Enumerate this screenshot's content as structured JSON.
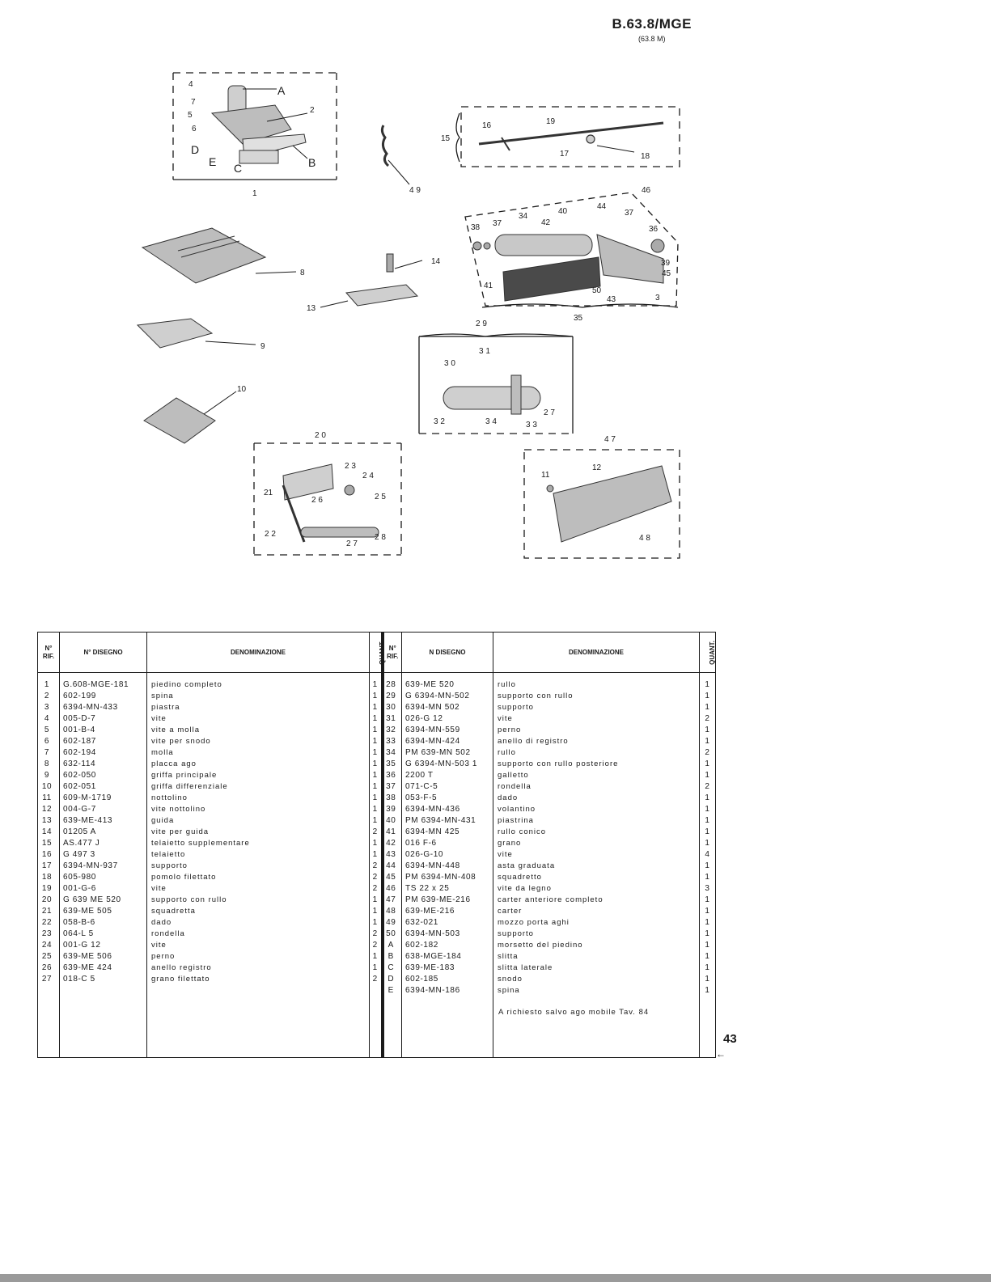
{
  "header": {
    "model_code": "B.63.8/MGE",
    "model_sub": "(63.8 M)"
  },
  "diagram": {
    "groups": [
      {
        "number": "1",
        "labels": [
          "4",
          "7",
          "5",
          "6",
          "D",
          "E",
          "C",
          "A",
          "2",
          "B"
        ]
      },
      {
        "number": "15",
        "labels": [
          "16",
          "19",
          "17",
          "18"
        ]
      },
      {
        "number": "35",
        "labels": [
          "46",
          "38",
          "37",
          "34",
          "42",
          "40",
          "44",
          "37",
          "36",
          "39",
          "45",
          "41",
          "50",
          "43",
          "3"
        ]
      },
      {
        "number": "29",
        "labels": [
          "31",
          "30",
          "27",
          "32",
          "34",
          "33"
        ]
      },
      {
        "number": "20",
        "labels": [
          "23",
          "24",
          "21",
          "25",
          "26",
          "22",
          "27",
          "28"
        ]
      },
      {
        "number": "47",
        "labels": [
          "11",
          "12",
          "48"
        ]
      }
    ],
    "single_parts": [
      "49",
      "8",
      "14",
      "13",
      "9",
      "10"
    ]
  },
  "table": {
    "headers": {
      "rif": "N° RIF.",
      "disegno_left": "N° DISEGNO",
      "denominazione": "DENOMINAZIONE",
      "quant": "QUANT.",
      "disegno_right": "N DISEGNO"
    },
    "left_rows": [
      {
        "rif": "1",
        "code": "G.608-MGE-181",
        "name": "piedino completo",
        "qty": "1"
      },
      {
        "rif": "2",
        "code": "602-199",
        "name": "spina",
        "qty": "1"
      },
      {
        "rif": "3",
        "code": "6394-MN-433",
        "name": "piastra",
        "qty": "1"
      },
      {
        "rif": "4",
        "code": "005-D-7",
        "name": "vite",
        "qty": "1"
      },
      {
        "rif": "5",
        "code": "001-B-4",
        "name": "vite a molla",
        "qty": "1"
      },
      {
        "rif": "6",
        "code": "602-187",
        "name": "vite per snodo",
        "qty": "1"
      },
      {
        "rif": "7",
        "code": "602-194",
        "name": "molla",
        "qty": "1"
      },
      {
        "rif": "8",
        "code": "632-114",
        "name": "placca ago",
        "qty": "1"
      },
      {
        "rif": "9",
        "code": "602-050",
        "name": "griffa principale",
        "qty": "1"
      },
      {
        "rif": "10",
        "code": "602-051",
        "name": "griffa differenziale",
        "qty": "1"
      },
      {
        "rif": "11",
        "code": "609-M-1719",
        "name": "nottolino",
        "qty": "1"
      },
      {
        "rif": "12",
        "code": "004-G-7",
        "name": "vite nottolino",
        "qty": "1"
      },
      {
        "rif": "13",
        "code": "639-ME-413",
        "name": "guida",
        "qty": "1"
      },
      {
        "rif": "14",
        "code": "01205 A",
        "name": "vite per guida",
        "qty": "2"
      },
      {
        "rif": "15",
        "code": "AS.477 J",
        "name": "telaietto supplementare",
        "qty": "1"
      },
      {
        "rif": "16",
        "code": "G 497 3",
        "name": "telaietto",
        "qty": "1"
      },
      {
        "rif": "17",
        "code": "6394-MN-937",
        "name": "supporto",
        "qty": "2"
      },
      {
        "rif": "18",
        "code": "605-980",
        "name": "pomolo filettato",
        "qty": "2"
      },
      {
        "rif": "19",
        "code": "001-G-6",
        "name": "vite",
        "qty": "2"
      },
      {
        "rif": "20",
        "code": "G 639 ME 520",
        "name": "supporto con rullo",
        "qty": "1"
      },
      {
        "rif": "21",
        "code": "639-ME 505",
        "name": "squadretta",
        "qty": "1"
      },
      {
        "rif": "22",
        "code": "058-B-6",
        "name": "dado",
        "qty": "1"
      },
      {
        "rif": "23",
        "code": "064-L 5",
        "name": "rondella",
        "qty": "2"
      },
      {
        "rif": "24",
        "code": "001-G 12",
        "name": "vite",
        "qty": "2"
      },
      {
        "rif": "25",
        "code": "639-ME 506",
        "name": "perno",
        "qty": "1"
      },
      {
        "rif": "26",
        "code": "639-ME 424",
        "name": "anello registro",
        "qty": "1"
      },
      {
        "rif": "27",
        "code": "018-C 5",
        "name": "grano filettato",
        "qty": "2"
      }
    ],
    "right_rows": [
      {
        "rif": "28",
        "code": "639-ME 520",
        "name": "rullo",
        "qty": "1"
      },
      {
        "rif": "29",
        "code": "G 6394-MN-502",
        "name": "supporto con rullo",
        "qty": "1"
      },
      {
        "rif": "30",
        "code": "6394-MN 502",
        "name": "supporto",
        "qty": "1"
      },
      {
        "rif": "31",
        "code": "026-G 12",
        "name": "vite",
        "qty": "2"
      },
      {
        "rif": "32",
        "code": "6394-MN-559",
        "name": "perno",
        "qty": "1"
      },
      {
        "rif": "33",
        "code": "6394-MN-424",
        "name": "anello di registro",
        "qty": "1"
      },
      {
        "rif": "34",
        "code": "PM 639-MN 502",
        "name": "rullo",
        "qty": "2"
      },
      {
        "rif": "35",
        "code": "G 6394-MN-503 1",
        "name": "supporto con rullo posteriore",
        "qty": "1"
      },
      {
        "rif": "36",
        "code": "2200 T",
        "name": "galletto",
        "qty": "1"
      },
      {
        "rif": "37",
        "code": "071-C-5",
        "name": "rondella",
        "qty": "2"
      },
      {
        "rif": "38",
        "code": "053-F-5",
        "name": "dado",
        "qty": "1"
      },
      {
        "rif": "39",
        "code": "6394-MN-436",
        "name": "volantino",
        "qty": "1"
      },
      {
        "rif": "40",
        "code": "PM 6394-MN-431",
        "name": "piastrina",
        "qty": "1"
      },
      {
        "rif": "41",
        "code": "6394-MN 425",
        "name": "rullo conico",
        "qty": "1"
      },
      {
        "rif": "42",
        "code": "016 F-6",
        "name": "grano",
        "qty": "1"
      },
      {
        "rif": "43",
        "code": "026-G-10",
        "name": "vite",
        "qty": "4"
      },
      {
        "rif": "44",
        "code": "6394-MN-448",
        "name": "asta graduata",
        "qty": "1"
      },
      {
        "rif": "45",
        "code": "PM 6394-MN-408",
        "name": "squadretto",
        "qty": "1"
      },
      {
        "rif": "46",
        "code": "TS 22 x 25",
        "name": "vite da legno",
        "qty": "3"
      },
      {
        "rif": "47",
        "code": "PM 639-ME-216",
        "name": "carter anteriore completo",
        "qty": "1"
      },
      {
        "rif": "48",
        "code": "639-ME-216",
        "name": "carter",
        "qty": "1"
      },
      {
        "rif": "49",
        "code": "632-021",
        "name": "mozzo porta aghi",
        "qty": "1"
      },
      {
        "rif": "50",
        "code": "6394-MN-503",
        "name": "supporto",
        "qty": "1"
      },
      {
        "rif": "A",
        "code": "602-182",
        "name": "morsetto del piedino",
        "qty": "1"
      },
      {
        "rif": "B",
        "code": "638-MGE-184",
        "name": "slitta",
        "qty": "1"
      },
      {
        "rif": "C",
        "code": "639-ME-183",
        "name": "slitta laterale",
        "qty": "1"
      },
      {
        "rif": "D",
        "code": "602-185",
        "name": "snodo",
        "qty": "1"
      },
      {
        "rif": "E",
        "code": "6394-MN-186",
        "name": "spina",
        "qty": "1"
      }
    ],
    "note": "A richiesto salvo ago mobile Tav. 84"
  },
  "page_number": "43",
  "page_arrow": "←"
}
